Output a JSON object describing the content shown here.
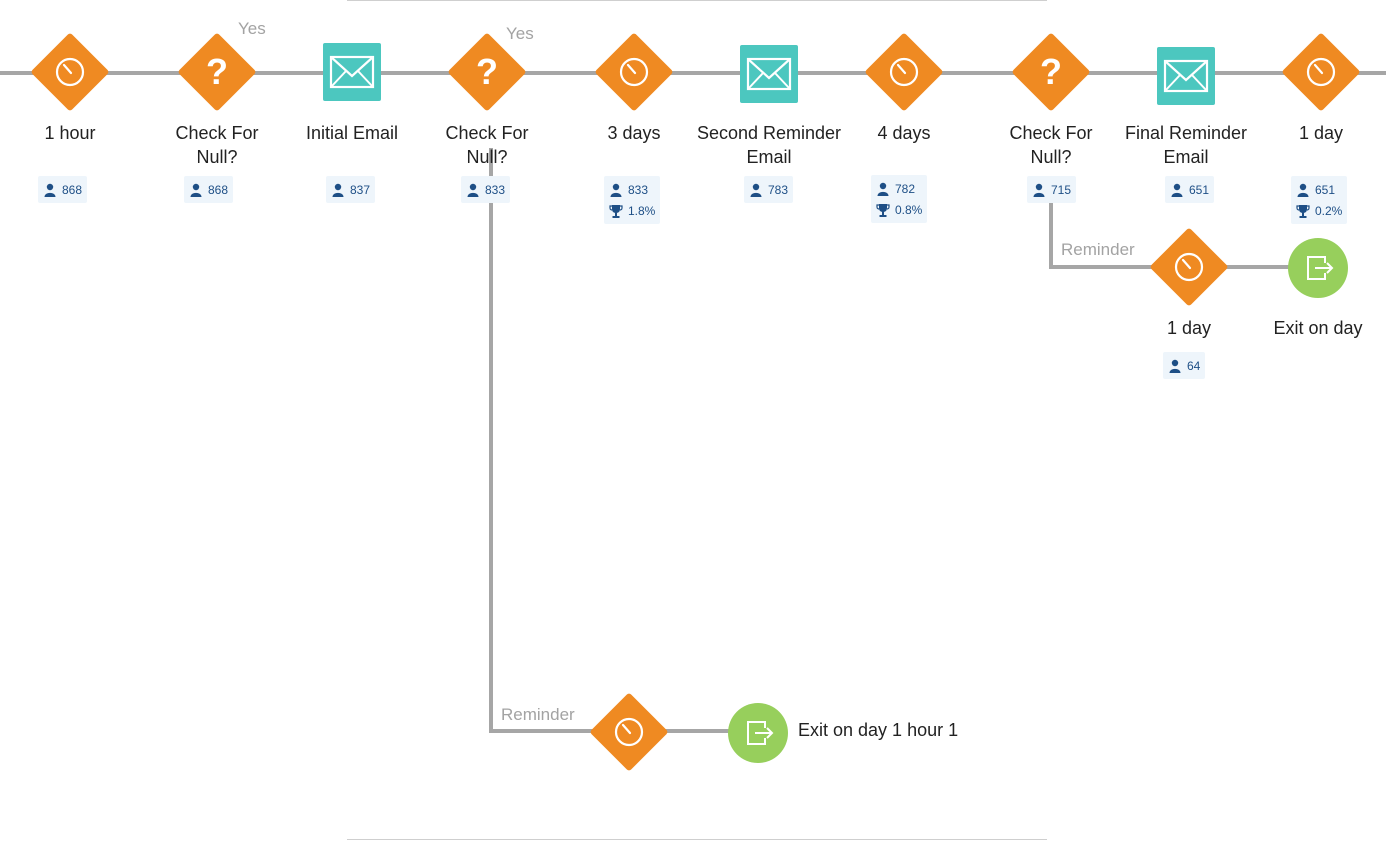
{
  "nodes": {
    "wait_1": {
      "label": "1 hour",
      "people": "868"
    },
    "check_1": {
      "label": "Check For Null?",
      "people": "868",
      "branch": "Yes"
    },
    "email_1": {
      "label": "Initial Email",
      "people": "837"
    },
    "check_2": {
      "label": "Check For Null?",
      "people": "833",
      "branch": "Yes"
    },
    "wait_2": {
      "label": "3 days",
      "people": "833",
      "conversion": "1.8%"
    },
    "email_2": {
      "label": "Second Reminder Email",
      "people": "783"
    },
    "wait_3": {
      "label": "4 days",
      "people": "782",
      "conversion": "0.8%"
    },
    "check_3": {
      "label": "Check For Null?",
      "people": "715"
    },
    "email_3": {
      "label": "Final Reminder Email",
      "people": "651"
    },
    "wait_4": {
      "label": "1 day",
      "people": "651",
      "conversion": "0.2%"
    },
    "reminder_1": {
      "branch": "Reminder",
      "exit_label": "Exit on day 1 hour 1"
    },
    "reminder_2": {
      "branch": "Reminder",
      "wait_label": "1 day",
      "people": "64",
      "exit_label": "Exit on day"
    }
  },
  "colors": {
    "wait": "#ef8a22",
    "email": "#4cc7bf",
    "exit": "#97cf5c",
    "connector": "#a6a6a6",
    "stat_text": "#1e4f86"
  },
  "icons": {
    "wait": "timer-icon",
    "condition": "question-icon",
    "email": "envelope-icon",
    "exit": "exit-icon",
    "people": "person-icon",
    "conversion": "trophy-icon"
  }
}
